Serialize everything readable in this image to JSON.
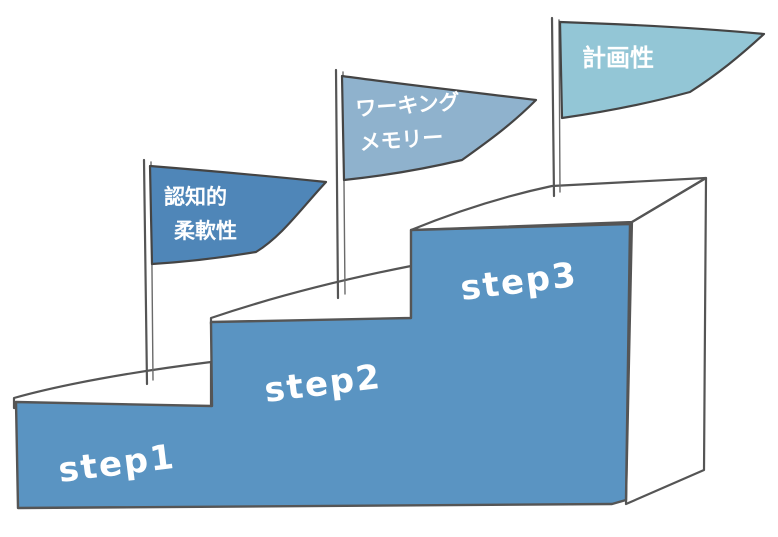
{
  "colors": {
    "step_fill": "#5a94c2",
    "step_side": "#f2f2f2",
    "step_top": "#f7f7f7",
    "flag1": "#4f86b8",
    "flag2": "#8fb2cd",
    "flag3": "#93c6d6",
    "outline": "#555555"
  },
  "steps": [
    {
      "label": "step1"
    },
    {
      "label": "step2"
    },
    {
      "label": "step3"
    }
  ],
  "flags": [
    {
      "lines": [
        "認知的",
        "柔軟性"
      ]
    },
    {
      "lines": [
        "ワーキング",
        "メモリー"
      ]
    },
    {
      "lines": [
        "計画性"
      ]
    }
  ]
}
